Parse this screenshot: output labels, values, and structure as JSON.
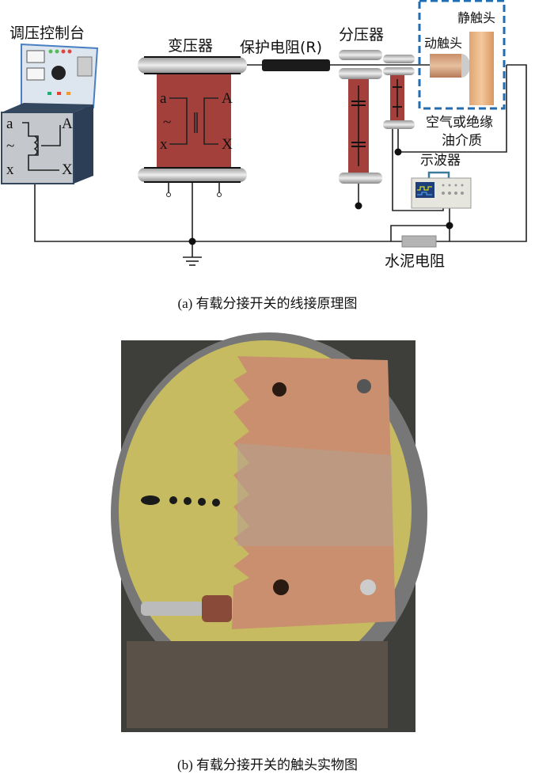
{
  "figure_a": {
    "caption": "(a) 有载分接开关的线接原理图",
    "labels": {
      "console": "调压控制台",
      "transformer": "变压器",
      "protection_resistor": "保护电阻(R)",
      "voltage_divider": "分压器",
      "moving_contact": "动触头",
      "static_contact": "静触头",
      "medium_line1": "空气或绝缘",
      "medium_line2": "油介质",
      "oscilloscope": "示波器",
      "cement_resistor": "水泥电阻"
    },
    "terminals": {
      "a": "a",
      "A": "A",
      "x": "x",
      "X": "X",
      "tilde": "~"
    },
    "colors": {
      "dashed_box": "#1f6db3",
      "transformer_body": "#a3403b",
      "console_body": "#33475e"
    }
  },
  "figure_b": {
    "caption": "(b) 有载分接开关的触头实物图"
  }
}
